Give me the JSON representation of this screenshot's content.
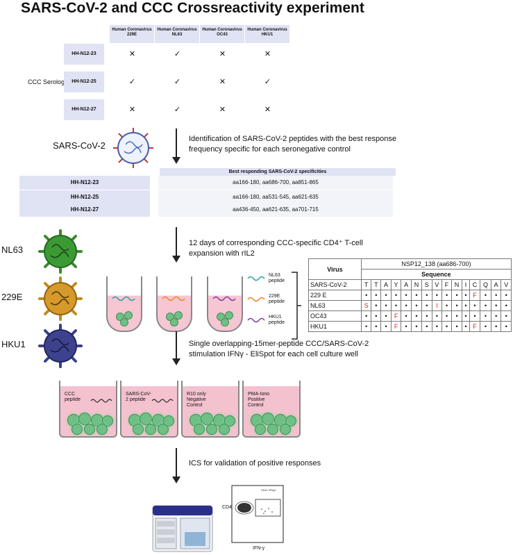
{
  "title": "SARS-CoV-2 and CCC Crossreactivity experiment",
  "serology": {
    "section_label": "CCC Serologies",
    "columns": [
      "Human Coronavirus 229E",
      "Human Coronavirus NL63",
      "Human Coronavirus OC43",
      "Human Coronavirus HKU1"
    ],
    "rows": [
      {
        "id": "HH-N12-23",
        "marks": [
          "✕",
          "✓",
          "✕",
          "✕"
        ]
      },
      {
        "id": "HH-N12-25",
        "marks": [
          "✓",
          "✓",
          "✕",
          "✓"
        ]
      },
      {
        "id": "HH-N12-27",
        "marks": [
          "✕",
          "✓",
          "✕",
          "✕"
        ]
      }
    ]
  },
  "steps": {
    "step1": "Identification of SARS-CoV-2 peptides with the best response frequency specific for each seronegative control",
    "step2": "12 days of corresponding CCC-specific CD4⁺ T-cell expansion with rIL2",
    "step3": "Single overlapping-15mer-peptide CCC/SARS-CoV-2 stimulation IFNγ - EliSpot for each cell culture well",
    "step4": "ICS for validation of positive responses"
  },
  "sars_label": "SARS-CoV-2",
  "best": {
    "header": "Best responding SARS-CoV-2 specificities",
    "rows": [
      {
        "id": "HH-N12-23",
        "value": "aa166-180, aa686-700, aa851-865"
      },
      {
        "id": "HH-N12-25",
        "value": "aa166-180, aa531-545, aa621-635"
      },
      {
        "id": "HH-N12-27",
        "value": "aa436-450, aa621-635, aa701-715"
      }
    ]
  },
  "viruses": [
    "NL63",
    "229E",
    "HKU1"
  ],
  "peptides": [
    {
      "label": "NL63 peptide",
      "color": "#2aa198"
    },
    {
      "label": "229E peptide",
      "color": "#e8871e"
    },
    {
      "label": "HKU1 peptide",
      "color": "#7a3fa0"
    }
  ],
  "seq_table": {
    "title": "NSP12_138 (aa686-700)",
    "virus_header": "Virus",
    "seq_header": "Sequence",
    "residues": [
      "T",
      "T",
      "A",
      "Y",
      "A",
      "N",
      "S",
      "V",
      "F",
      "N",
      "I",
      "C",
      "Q",
      "A",
      "V"
    ],
    "rows": [
      {
        "name": "229 E",
        "cells": [
          "•",
          "•",
          "•",
          "•",
          "•",
          "•",
          "•",
          "•",
          "•",
          "•",
          "•",
          "F",
          "•",
          "•",
          "•"
        ],
        "red": [
          11
        ]
      },
      {
        "name": "NL63",
        "cells": [
          "S",
          "•",
          "•",
          "•",
          "•",
          "•",
          "•",
          "I",
          "•",
          "•",
          "•",
          "•",
          "•",
          "•",
          "•"
        ],
        "red": [
          0,
          7
        ]
      },
      {
        "name": "OC43",
        "cells": [
          "•",
          "•",
          "•",
          "F",
          "•",
          "•",
          "•",
          "•",
          "•",
          "•",
          "•",
          "•",
          "•",
          "•",
          "•"
        ],
        "red": [
          3
        ]
      },
      {
        "name": "HKU1",
        "cells": [
          "•",
          "•",
          "•",
          "F",
          "•",
          "•",
          "•",
          "•",
          "•",
          "•",
          "•",
          "F",
          "•",
          "•",
          "•"
        ],
        "red": [
          3,
          11
        ]
      }
    ]
  },
  "wells": [
    {
      "label": "CCC peptide",
      "peptide": true
    },
    {
      "label": "SARS-CoV-2 peptide",
      "peptide": true
    },
    {
      "label": "R10 only Negative Control",
      "peptide": false
    },
    {
      "label": "PMA-Iono Positive Control",
      "peptide": false
    }
  ],
  "ics_plot": {
    "ylabel": "CD4",
    "xlabel": "IFN-γ",
    "gate_label": "CD4+ IFNγ+"
  }
}
